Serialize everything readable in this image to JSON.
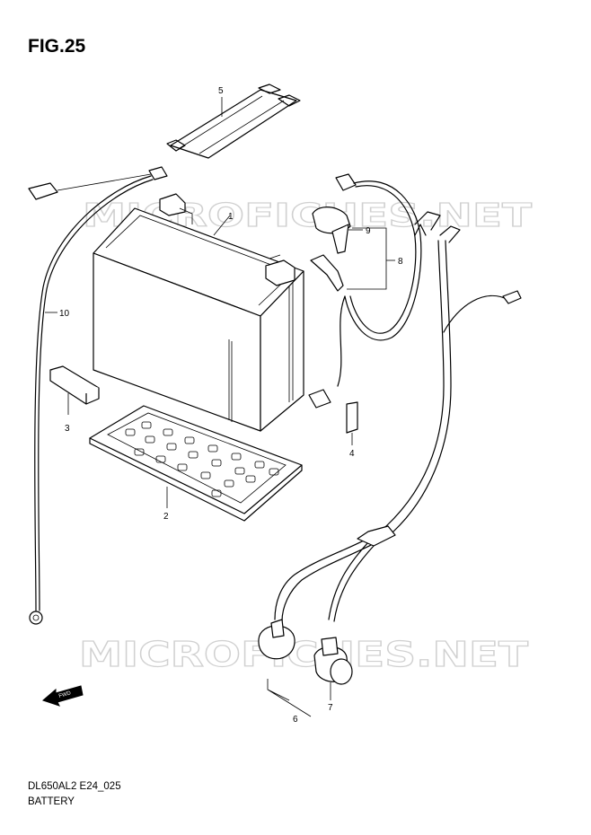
{
  "figure": {
    "title": "FIG.25"
  },
  "watermark": {
    "text": "MICROFICHES.NET"
  },
  "callouts": {
    "c1": "1",
    "c2": "2",
    "c3": "3",
    "c4": "4",
    "c5": "5",
    "c6": "6",
    "c7": "7",
    "c8": "8",
    "c9": "9",
    "c10": "10"
  },
  "fwd_label": "FWD",
  "footer": {
    "code": "DL650AL2 E24_025",
    "name": "BATTERY"
  }
}
